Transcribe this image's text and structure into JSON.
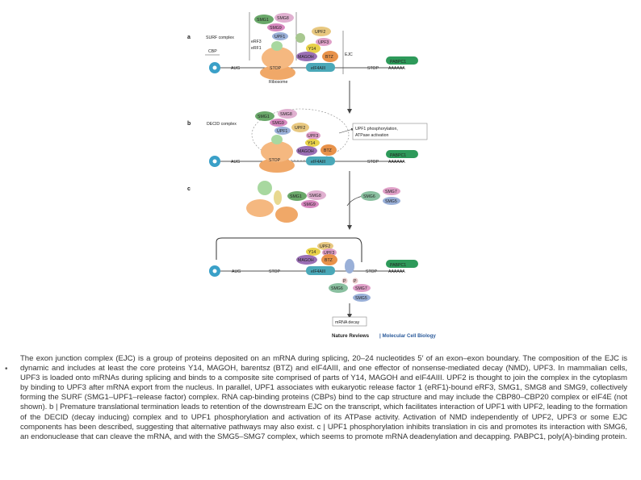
{
  "figure": {
    "panels": {
      "a": "a",
      "b": "b",
      "c": "c"
    },
    "labels": {
      "surf_complex": "SURF complex",
      "decid_complex": "DECID complex",
      "cbp": "CBP",
      "erf1": "eRF1",
      "erf3": "eRF3",
      "ejc": "EJC",
      "ribosome": "Ribosome",
      "aug": "AUG",
      "stop": "STOP",
      "polya": "AAAAAA",
      "pabpc1": "PABPC1",
      "smg1": "SMG1",
      "smg8": "SMG8",
      "smg9": "SMG9",
      "smg6": "SMG6",
      "smg5": "SMG5",
      "smg7": "SMG7",
      "upf1": "UPF1",
      "upf2": "UPF2",
      "upf3": "UPF3",
      "y14": "Y14",
      "magoh": "MAGOH",
      "btz": "BTZ",
      "eif4aiii": "eIF4AIII",
      "p": "P",
      "upf1_activation": "UPF1 phosphorylation, ATPase activation",
      "mrna_decay": "mRNA decay",
      "credit_source": "Nature Reviews",
      "credit_journal": "Molecular Cell Biology"
    },
    "colors": {
      "ribosome": "#f0a868",
      "smg1": "#6aa86a",
      "smg8_9": "#d889c0",
      "upf1": "#9ab0d8",
      "upf2": "#d9c94a",
      "upf3": "#e0a0c8",
      "y14": "#e8d14a",
      "magoh": "#9a6fb5",
      "btz": "#e8924a",
      "eif4aiii": "#4aa8b8",
      "cap": "#3aa0c8",
      "pabpc1": "#2e9a5a",
      "erf": "#a8d8a0"
    }
  },
  "caption": {
    "bullet": "•",
    "text": "The exon junction complex (EJC) is a group of proteins deposited on an mRNA during splicing, 20–24 nucleotides 5′ of an exon–exon boundary. The composition of the EJC is dynamic and includes at least the core proteins Y14, MAGOH, barentsz (BTZ) and eIF4AIII, and one effector of nonsense-mediated decay (NMD), UPF3. In mammalian cells, UPF3 is loaded onto mRNAs during splicing and binds to a composite site comprised of parts of Y14, MAGOH and eIF4AIII. UPF2 is thought to join the complex in the cytoplasm by binding to UPF3 after mRNA export from the nucleus. In parallel, UPF1 associates with eukaryotic release factor 1 (eRF1)-bound eRF3, SMG1, SMG8 and SMG9, collectively forming the SURF (SMG1–UPF1–release factor) complex. RNA cap-binding proteins (CBPs) bind to the cap structure and may include the CBP80–CBP20 complex or eIF4E (not shown). b | Premature translational termination leads to retention of the downstream EJC on the transcript, which facilitates interaction of UPF1 with UPF2, leading to the formation of the DECID (decay inducing) complex and to UPF1 phosphorylation and activation of its ATPase activity. Activation of NMD independently of UPF2, UPF3 or some EJC components has been described, suggesting that alternative pathways may also exist. c | UPF1 phosphorylation inhibits translation in cis and promotes its interaction with SMG6, an endonuclease that can cleave the mRNA, and with the SMG5–SMG7 complex, which seems to promote mRNA deadenylation and decapping. PABPC1, poly(A)-binding protein."
  }
}
